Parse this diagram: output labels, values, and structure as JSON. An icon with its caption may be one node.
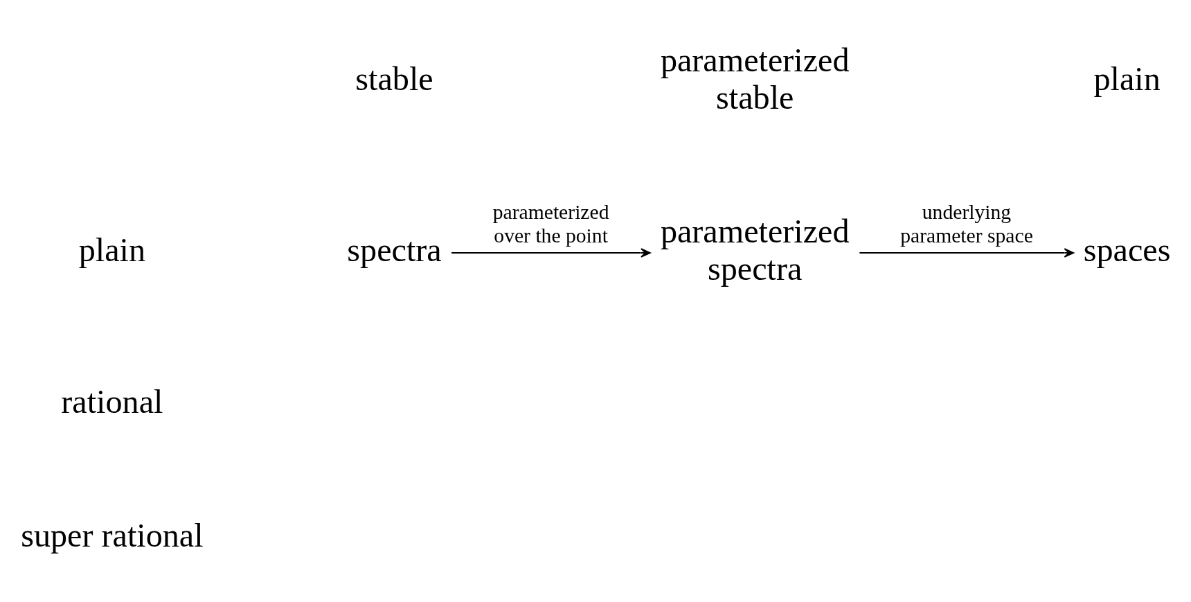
{
  "diagram": {
    "nodes": [
      {
        "text": [
          "spectra"
        ]
      },
      {
        "text": [
          "parameterized spectra"
        ]
      },
      {
        "text": [
          "spaces"
        ]
      }
    ],
    "edges": [
      {
        "from": 0,
        "to": 1,
        "arrow": "to",
        "label": "parameterized over the point"
      },
      {
        "from": 1,
        "to": 2,
        "arrow": "to",
        "label": "underlying parameter space"
      }
    ],
    "labels": [
      "stable",
      "parameterized stable",
      "plain",
      "plain",
      "rational",
      "super rational"
    ]
  }
}
